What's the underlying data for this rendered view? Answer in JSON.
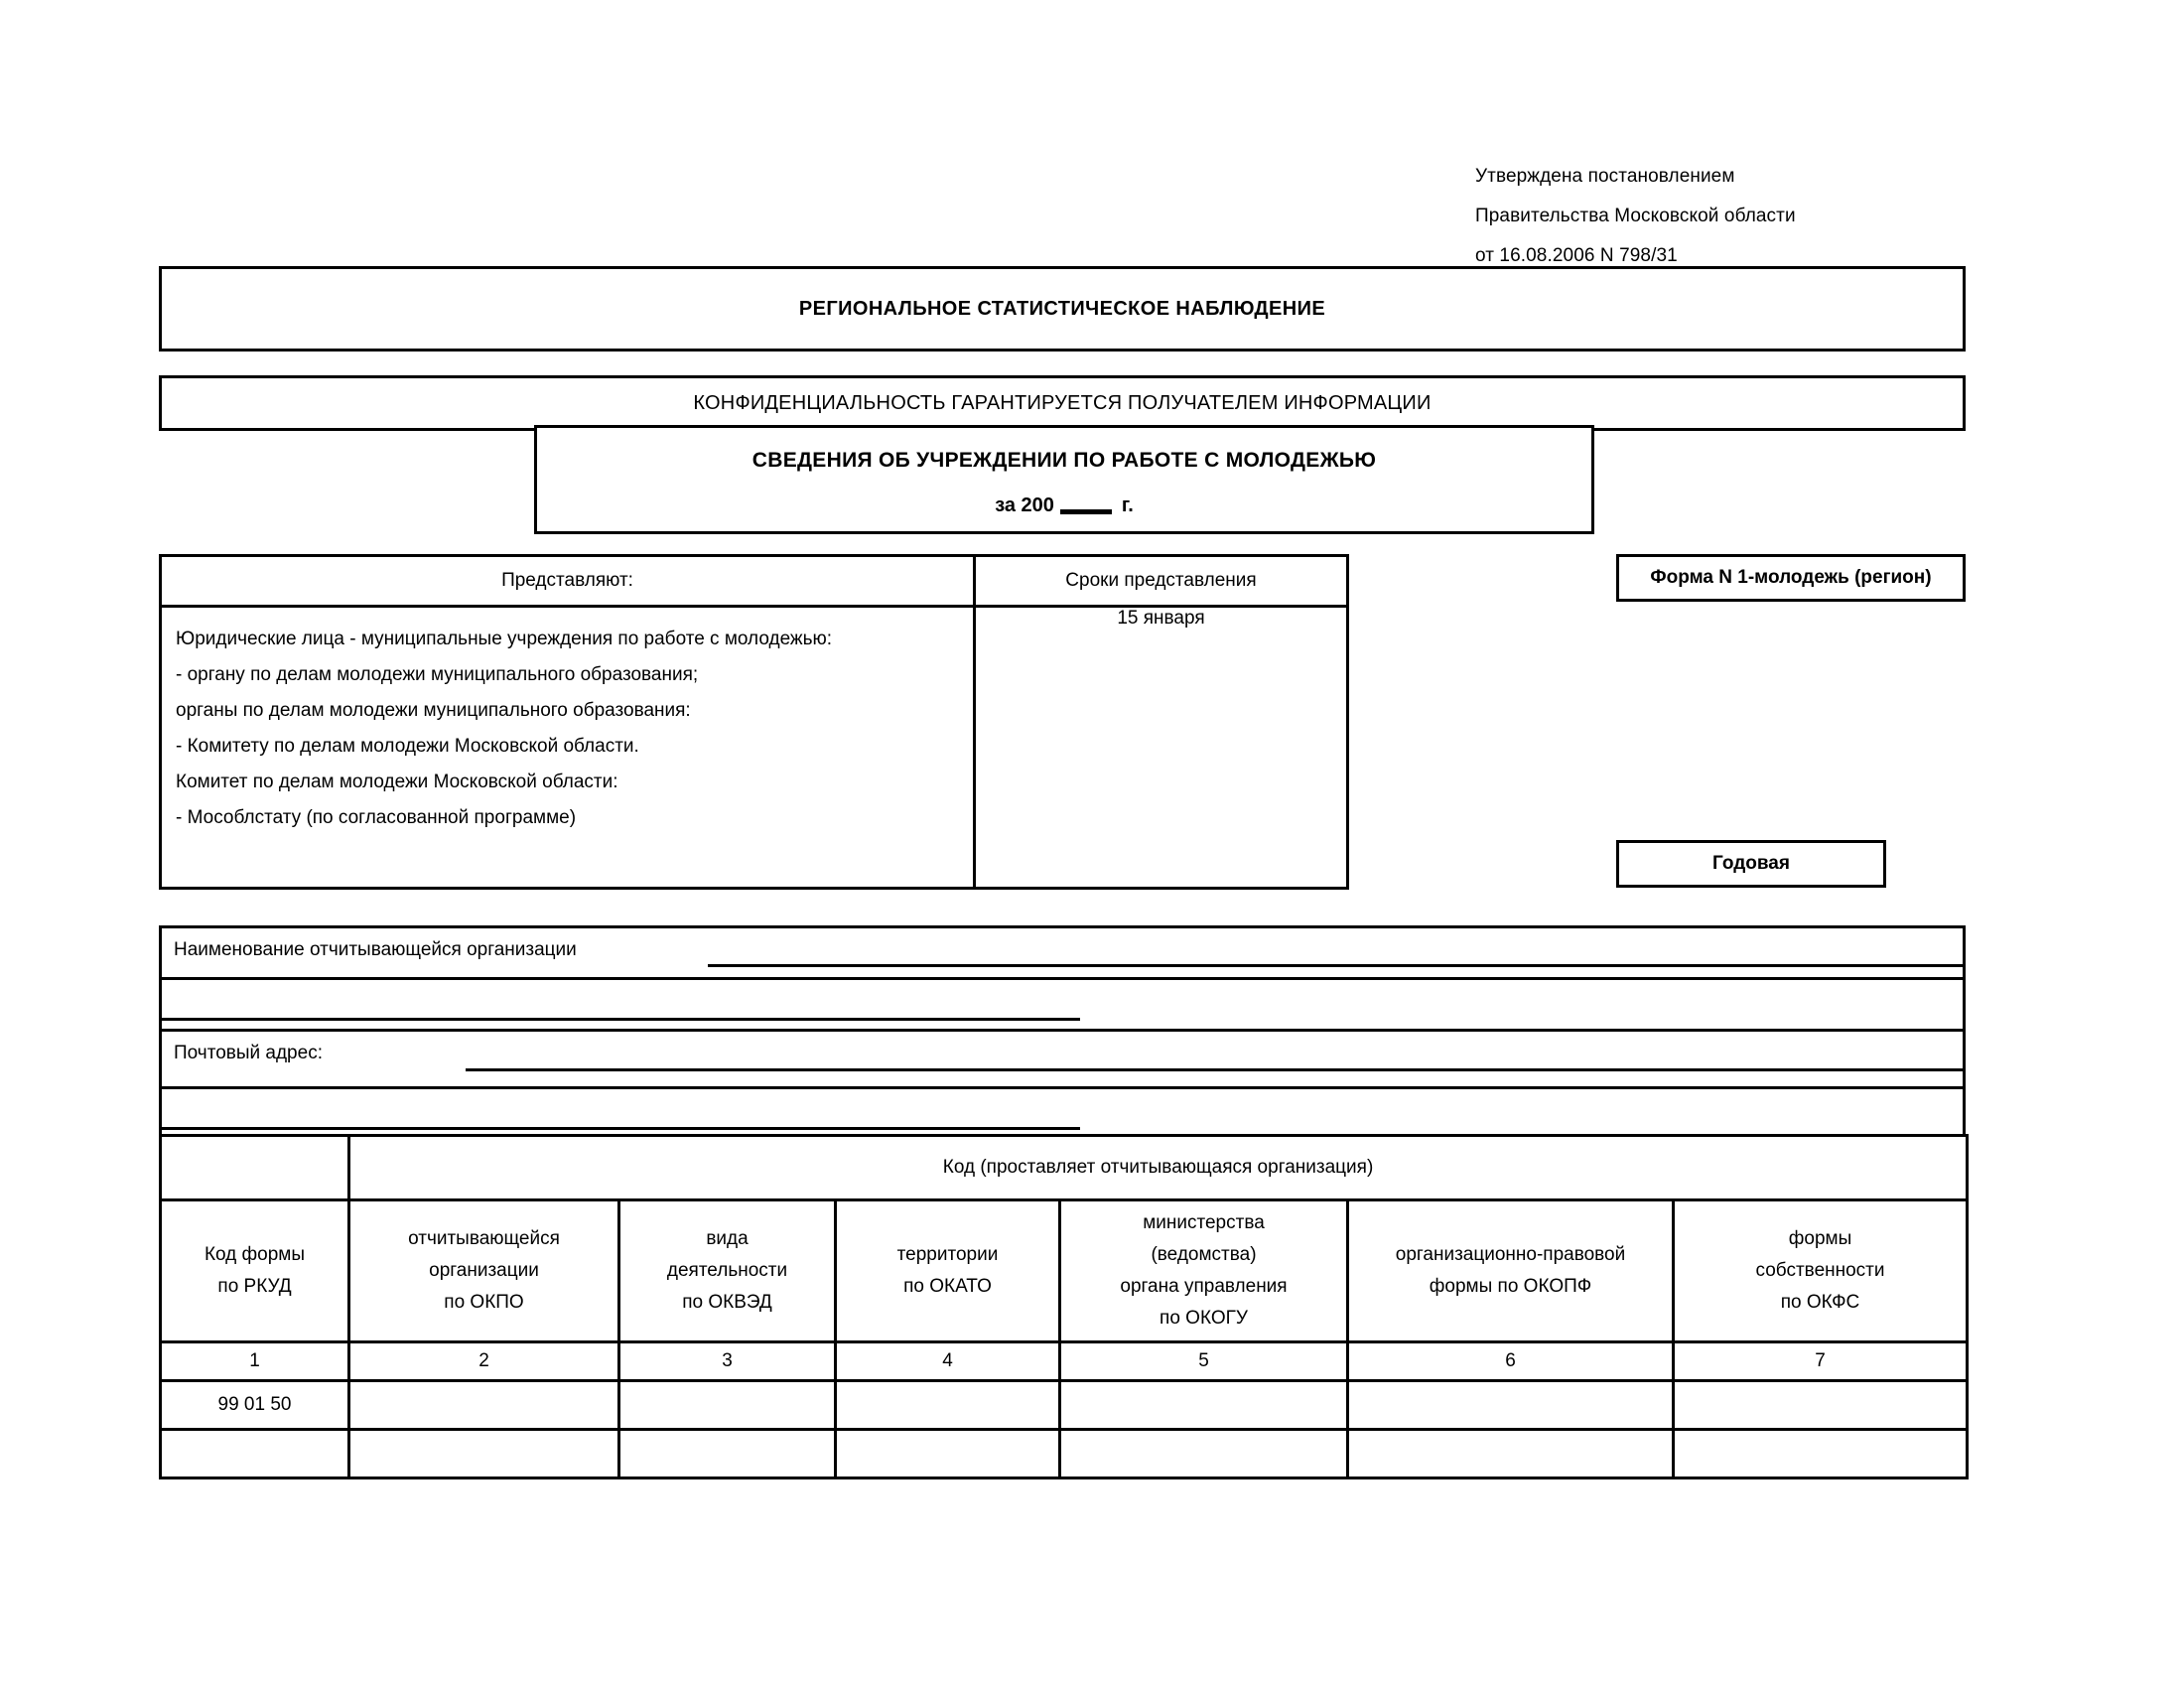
{
  "approval": {
    "lines": [
      "Утверждена постановлением",
      "Правительства Московской области",
      "от 16.08.2006 N 798/31"
    ]
  },
  "banners": {
    "regional_observation": "РЕГИОНАЛЬНОЕ СТАТИСТИЧЕСКОЕ НАБЛЮДЕНИЕ",
    "confidentiality": "КОНФИДЕНЦИАЛЬНОСТЬ ГАРАНТИРУЕТСЯ ПОЛУЧАТЕЛЕМ ИНФОРМАЦИИ"
  },
  "form_title": {
    "main": "СВЕДЕНИЯ ОБ УЧРЕЖДЕНИИ ПО РАБОТЕ С МОЛОДЕЖЬЮ",
    "year_prefix": "за 200",
    "year_value": "",
    "year_suffix": "г."
  },
  "submitters": {
    "header_left": "Представляют:",
    "header_right": "Сроки представления",
    "items": [
      "Юридические лица - муниципальные учреждения по работе с молодежью:",
      "- органу по делам молодежи муниципального образования;",
      "органы по делам молодежи муниципального образования:",
      "- Комитету по делам молодежи Московской области.",
      "Комитет по делам молодежи Московской области:",
      "- Мособлстату (по согласованной программе)"
    ],
    "deadline": "15 января"
  },
  "form_meta": {
    "form_number": "Форма N 1-молодежь (регион)",
    "periodicity": "Годовая"
  },
  "organization": {
    "name_label": "Наименование отчитывающейся организации",
    "name_value": "",
    "postal_label": "Почтовый адрес:",
    "postal_value": ""
  },
  "codes_table": {
    "caption_left": "",
    "caption": "Код (проставляет отчитывающаяся организация)",
    "headers": [
      {
        "lines": [
          "Код формы",
          "по РКУД"
        ]
      },
      {
        "lines": [
          "отчитывающейся",
          "организации",
          "по ОКПО"
        ]
      },
      {
        "lines": [
          "вида",
          "деятельности",
          "по ОКВЭД"
        ]
      },
      {
        "lines": [
          "территории",
          "по ОКАТО"
        ]
      },
      {
        "lines": [
          "министерства",
          "(ведомства)",
          "органа управления",
          "по ОКОГУ"
        ]
      },
      {
        "lines": [
          "организационно-правовой",
          "формы по ОКОПФ"
        ]
      },
      {
        "lines": [
          "формы",
          "собственности",
          "по ОКФС"
        ]
      }
    ],
    "column_numbers": [
      "1",
      "2",
      "3",
      "4",
      "5",
      "6",
      "7"
    ],
    "values_row": [
      "99 01 50",
      "",
      "",
      "",
      "",
      "",
      ""
    ],
    "blank_row": [
      "",
      "",
      "",
      "",
      "",
      "",
      ""
    ]
  }
}
